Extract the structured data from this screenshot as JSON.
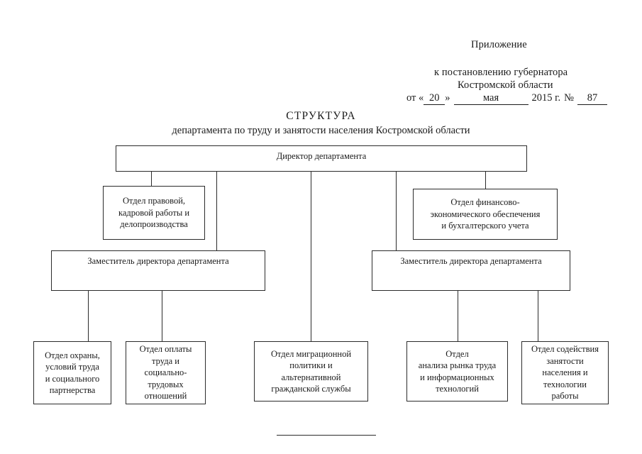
{
  "header": {
    "attachment_label": "Приложение",
    "to_decree_line1": "к постановлению губернатора",
    "to_decree_line2": "Костромской области",
    "date_prefix": "от «",
    "date_day": "20",
    "date_quote_close": "»",
    "date_month": "мая",
    "date_year": "2015 г.",
    "number_sign": "№",
    "date_number": "87"
  },
  "title": {
    "main": "СТРУКТУРА",
    "subtitle": "департамента по труду и занятости населения Костромской области"
  },
  "chart_data": {
    "type": "diagram",
    "title": "СТРУКТУРА департамента по труду и занятости населения Костромской области",
    "nodes": [
      {
        "id": "director",
        "label": "Директор департамента",
        "level": 0
      },
      {
        "id": "legal",
        "label": "Отдел правовой,\nкадровой  работы и\nделопроизводства",
        "level": 1
      },
      {
        "id": "finance",
        "label": "Отдел финансово-\nэкономического обеспечения\nи бухгалтерского учета",
        "level": 1
      },
      {
        "id": "deputy-left",
        "label": "Заместитель директора департамента",
        "level": 1
      },
      {
        "id": "deputy-right",
        "label": "Заместитель директора департамента",
        "level": 1
      },
      {
        "id": "labor-safety",
        "label": "Отдел охраны,\nусловий труда\nи социального\nпартнерства",
        "level": 2
      },
      {
        "id": "wages",
        "label": "Отдел оплаты\nтруда и\nсоциально-\nтрудовых\nотношений",
        "level": 2
      },
      {
        "id": "migration",
        "label": "Отдел миграционной\nполитики и\nальтернативной\nгражданской службы",
        "level": 2
      },
      {
        "id": "analysis",
        "label": "Отдел\nанализа рынка труда\nи информационных\nтехнологий",
        "level": 2
      },
      {
        "id": "employment",
        "label": "Отдел содействия\nзанятости\nнаселения и\nтехнологии\nработы",
        "level": 2
      }
    ],
    "edges": [
      {
        "from": "director",
        "to": "legal"
      },
      {
        "from": "director",
        "to": "deputy-left"
      },
      {
        "from": "director",
        "to": "migration"
      },
      {
        "from": "director",
        "to": "deputy-right"
      },
      {
        "from": "director",
        "to": "finance"
      },
      {
        "from": "deputy-left",
        "to": "labor-safety"
      },
      {
        "from": "deputy-left",
        "to": "wages"
      },
      {
        "from": "deputy-right",
        "to": "analysis"
      },
      {
        "from": "deputy-right",
        "to": "employment"
      }
    ]
  }
}
